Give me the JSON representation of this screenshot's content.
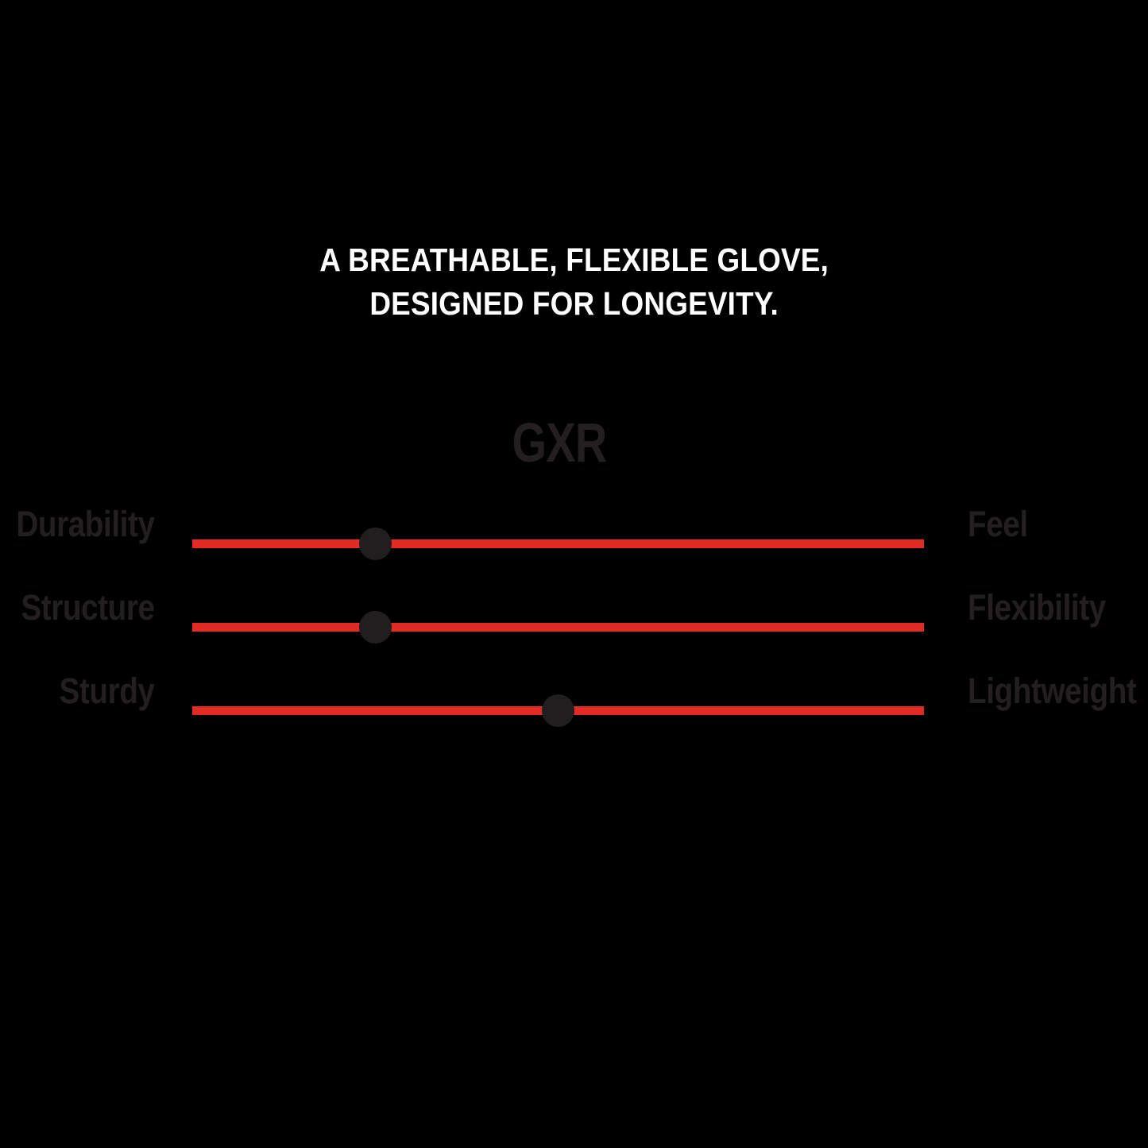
{
  "page": {
    "background_color": "#000000"
  },
  "headline": {
    "line1": "A BREATHABLE, FLEXIBLE GLOVE,",
    "line2": "DESIGNED FOR LONGEVITY.",
    "color": "#FFFFFF"
  },
  "product": {
    "name": "GXR",
    "color": "#231F20"
  },
  "chart_data": {
    "type": "bar",
    "title": "GXR",
    "subtitle": "A BREATHABLE, FLEXIBLE GLOVE, DESIGNED FOR LONGEVITY.",
    "xlabel": "",
    "ylabel": "",
    "ylim": [
      0,
      100
    ],
    "grid": false,
    "legend": "none",
    "track_color": "#E22B22",
    "knob_color": "#211E1F",
    "label_color": "#231F20",
    "categories": [
      "Durability / Feel",
      "Structure / Flexibility",
      "Sturdy / Lightweight"
    ],
    "values": [
      25,
      25,
      50
    ],
    "series": [
      {
        "name": "GXR",
        "values": [
          25,
          25,
          50
        ]
      }
    ],
    "rows": [
      {
        "left_label": "Durability",
        "right_label": "Feel",
        "position_percent": 25
      },
      {
        "left_label": "Structure",
        "right_label": "Flexibility",
        "position_percent": 25
      },
      {
        "left_label": "Sturdy",
        "right_label": "Lightweight",
        "position_percent": 50
      }
    ]
  }
}
